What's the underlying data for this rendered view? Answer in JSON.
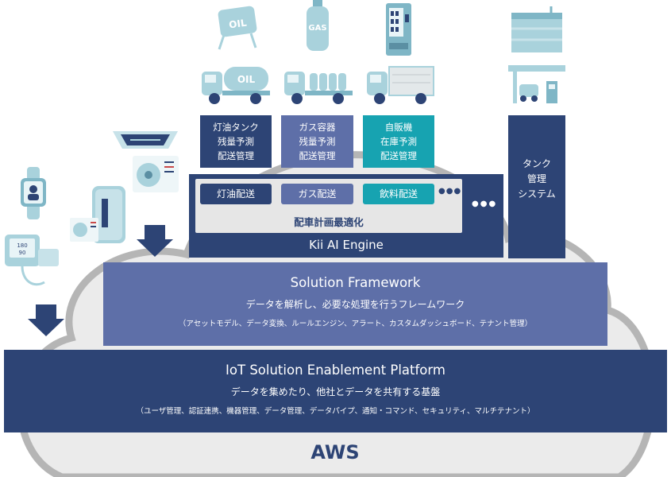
{
  "top_icons": {
    "oil_tank_label": "OIL",
    "gas_cylinder_label": "GAS",
    "oil_truck_label": "OIL"
  },
  "services": [
    {
      "line1": "灯油タンク",
      "line2": "残量予測",
      "line3": "配送管理"
    },
    {
      "line1": "ガス容器",
      "line2": "残量予測",
      "line3": "配送管理"
    },
    {
      "line1": "自販機",
      "line2": "在庫予測",
      "line3": "配送管理"
    }
  ],
  "tank_system": {
    "line1": "タンク",
    "line2": "管理",
    "line3": "システム"
  },
  "kii_engine": {
    "tags": [
      "灯油配送",
      "ガス配送",
      "飲料配送"
    ],
    "more": "●●●",
    "outer_more": "●●●",
    "optimization": "配車計画最適化",
    "title": "Kii AI Engine"
  },
  "solution_framework": {
    "title": "Solution Framework",
    "subtitle": "データを解析し、必要な処理を行うフレームワーク",
    "details": "（アセットモデル、データ変換、ルールエンジン、アラート、カスタムダッシュボード、テナント管理）"
  },
  "iot_platform": {
    "title": "IoT Solution Enablement Platform",
    "subtitle": "データを集めたり、他社とデータを共有する基盤",
    "details": "（ユーザ管理、認証連携、機器管理、データ管理、データパイプ、通知・コマンド、セキュリティ、マルチテナント）"
  },
  "cloud": {
    "label": "AWS"
  },
  "device_display": {
    "line1": "180",
    "line2": "90"
  },
  "colors": {
    "navy": "#2d4475",
    "framework": "#5e6fa8",
    "teal": "#17a3b1",
    "cloud_fill": "#ebebeb",
    "cloud_stroke": "#b5b5b5",
    "icon_light": "#a9d2dc"
  }
}
